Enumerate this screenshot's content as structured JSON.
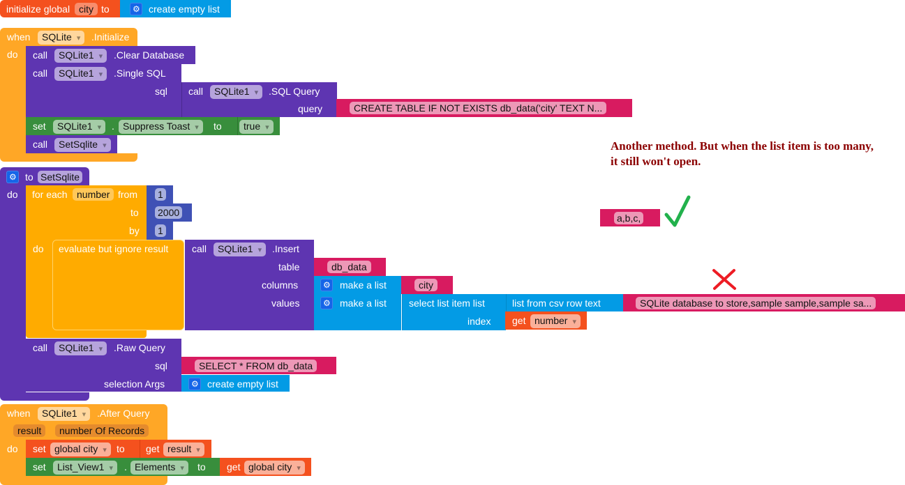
{
  "init": {
    "kw": "initialize global",
    "var": "city",
    "to": "to",
    "value": "create empty list"
  },
  "sqlinit": {
    "when": "when",
    "component": "SQLite",
    "event": ".Initialize",
    "do": "do",
    "clear": {
      "call": "call",
      "component": "SQLite1",
      "method": ".Clear Database"
    },
    "single": {
      "call": "call",
      "component": "SQLite1",
      "method": ".Single SQL",
      "sql": "sql"
    },
    "sqlquery": {
      "call": "call",
      "component": "SQLite1",
      "method": ".SQL Query",
      "query": "query",
      "text": "CREATE TABLE IF NOT EXISTS db_data('city' TEXT N..."
    },
    "suppress": {
      "set": "set",
      "component": "SQLite1",
      "dot": ".",
      "property": "Suppress Toast",
      "to": "to",
      "value": "true"
    },
    "callproc": {
      "call": "call",
      "proc": "SetSqlite"
    }
  },
  "proc": {
    "to": "to",
    "name": "SetSqlite",
    "do": "do",
    "loop": {
      "for": "for each",
      "var": "number",
      "from": "from",
      "to": "to",
      "by": "by",
      "do": "do",
      "from_val": "1",
      "to_val": "2000",
      "by_val": "1"
    },
    "eval": "evaluate but ignore result",
    "insert": {
      "call": "call",
      "component": "SQLite1",
      "method": ".Insert",
      "table": "table",
      "columns": "columns",
      "values": "values",
      "table_val": "db_data",
      "make_list": "make a list",
      "col_val": "city",
      "select": "select list item  list",
      "index": "index",
      "csv": "list from csv row  text",
      "csv_text": "SQLite database to store,sample sample,sample sa...",
      "get": "get",
      "get_var": "number"
    },
    "raw": {
      "call": "call",
      "component": "SQLite1",
      "method": ".Raw Query",
      "sql": "sql",
      "sql_val": "SELECT * FROM db_data",
      "args": "selection Args",
      "args_val": "create empty list"
    }
  },
  "after": {
    "when": "when",
    "component": "SQLite1",
    "event": ".After Query",
    "p1": "result",
    "p2": "number Of Records",
    "do": "do",
    "set1": {
      "set": "set",
      "var": "global city",
      "to": "to",
      "get": "get",
      "get_var": "result"
    },
    "set2": {
      "set": "set",
      "component": "List_View1",
      "dot": ".",
      "property": "Elements",
      "to": "to",
      "get": "get",
      "get_var": "global city"
    }
  },
  "note": {
    "text": "Another method. But when the list item is too many, it still won't open.",
    "sample": "a,b,c,"
  },
  "colors": {
    "check": "#22B14C",
    "cross": "#ED1C24"
  }
}
